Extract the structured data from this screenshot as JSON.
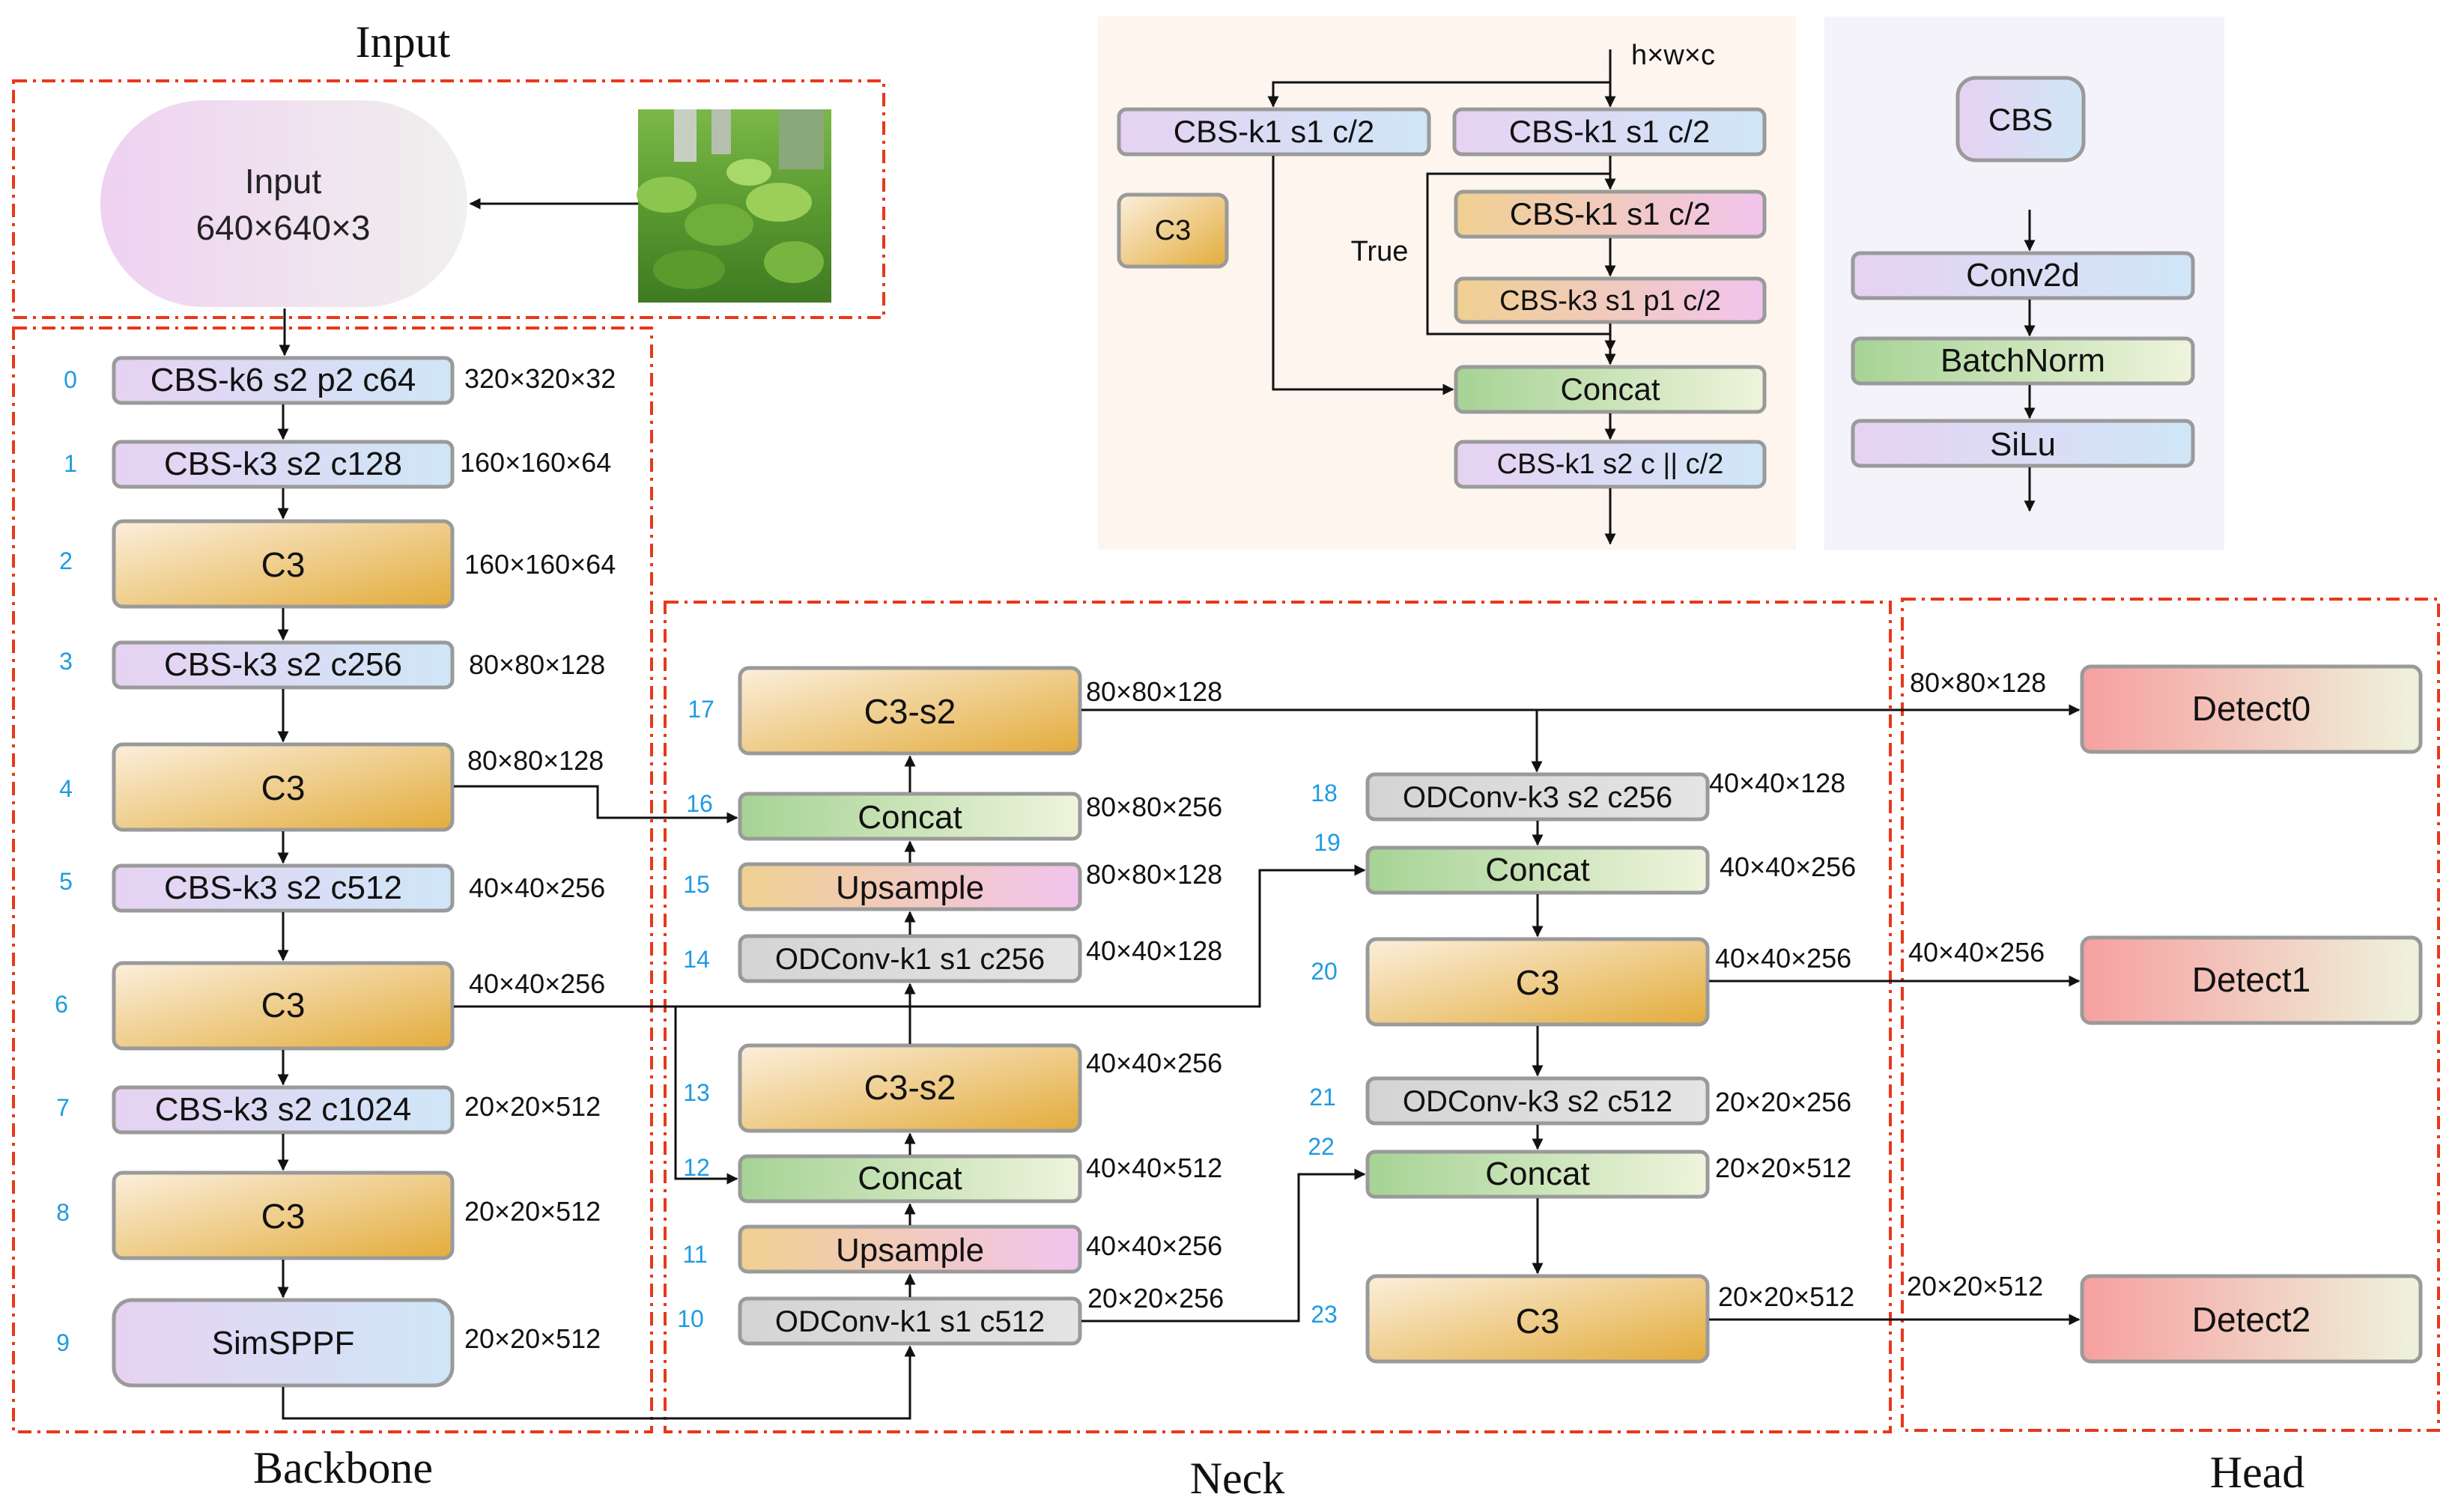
{
  "sections": {
    "input": "Input",
    "backbone": "Backbone",
    "neck": "Neck",
    "head": "Head"
  },
  "input_node": {
    "line1": "Input",
    "line2": "640×640×3"
  },
  "backbone": {
    "layers": [
      {
        "index": "0",
        "label": "CBS-k6 s2 p2 c64",
        "size": "320×320×32"
      },
      {
        "index": "1",
        "label": "CBS-k3 s2 c128",
        "size": "160×160×64"
      },
      {
        "index": "2",
        "label": "C3",
        "size": "160×160×64"
      },
      {
        "index": "3",
        "label": "CBS-k3 s2 c256",
        "size": "80×80×128"
      },
      {
        "index": "4",
        "label": "C3",
        "size": "80×80×128"
      },
      {
        "index": "5",
        "label": "CBS-k3 s2 c512",
        "size": "40×40×256"
      },
      {
        "index": "6",
        "label": "C3",
        "size": "40×40×256"
      },
      {
        "index": "7",
        "label": "CBS-k3 s2 c1024",
        "size": "20×20×512"
      },
      {
        "index": "8",
        "label": "C3",
        "size": "20×20×512"
      },
      {
        "index": "9",
        "label": "SimSPPF",
        "size": "20×20×512"
      }
    ]
  },
  "neck": {
    "layers": [
      {
        "index": "10",
        "label": "ODConv-k1 s1 c512",
        "size": "20×20×256"
      },
      {
        "index": "11",
        "label": "Upsample",
        "size": "40×40×256"
      },
      {
        "index": "12",
        "label": "Concat",
        "size": "40×40×512"
      },
      {
        "index": "13",
        "label": "C3-s2",
        "size": "40×40×256"
      },
      {
        "index": "14",
        "label": "ODConv-k1 s1 c256",
        "size": "40×40×128"
      },
      {
        "index": "15",
        "label": "Upsample",
        "size": "80×80×128"
      },
      {
        "index": "16",
        "label": "Concat",
        "size": "80×80×256"
      },
      {
        "index": "17",
        "label": "C3-s2",
        "size": "80×80×128"
      },
      {
        "index": "18",
        "label": "ODConv-k3 s2 c256",
        "size": "40×40×128"
      },
      {
        "index": "19",
        "label": "Concat",
        "size": "40×40×256"
      },
      {
        "index": "20",
        "label": "C3",
        "size": "40×40×256"
      },
      {
        "index": "21",
        "label": "ODConv-k3 s2 c512",
        "size": "20×20×256"
      },
      {
        "index": "22",
        "label": "Concat",
        "size": "20×20×512"
      },
      {
        "index": "23",
        "label": "C3",
        "size": "20×20×512"
      }
    ]
  },
  "head": {
    "detectors": [
      {
        "label": "Detect0",
        "size": "80×80×128"
      },
      {
        "label": "Detect1",
        "size": "40×40×256"
      },
      {
        "label": "Detect2",
        "size": "20×20×512"
      }
    ]
  },
  "c3_legend": {
    "input_label": "h×w×c",
    "c3_block": "C3",
    "branch_left": "CBS-k1 s1 c/2",
    "branch_right": "CBS-k1 s1 c/2",
    "bottleneck_1": "CBS-k1 s1 c/2",
    "bottleneck_2": "CBS-k3 s1 p1 c/2",
    "true_label": "True",
    "concat": "Concat",
    "output": "CBS-k1 s2 c || c/2"
  },
  "cbs_legend": {
    "title": "CBS",
    "conv": "Conv2d",
    "bn": "BatchNorm",
    "act": "SiLu"
  },
  "colors": {
    "section_border": "#e8381a",
    "index_text": "#1e9be0",
    "cbs_fill": "#e4d6f2",
    "c3_fill": "#e7b64c",
    "concat_fill": "#a9d39a",
    "upsample_fill": "#f2c7ea",
    "odconv_fill": "#d6d6d6",
    "detect_fill": "#f4a3a1"
  }
}
